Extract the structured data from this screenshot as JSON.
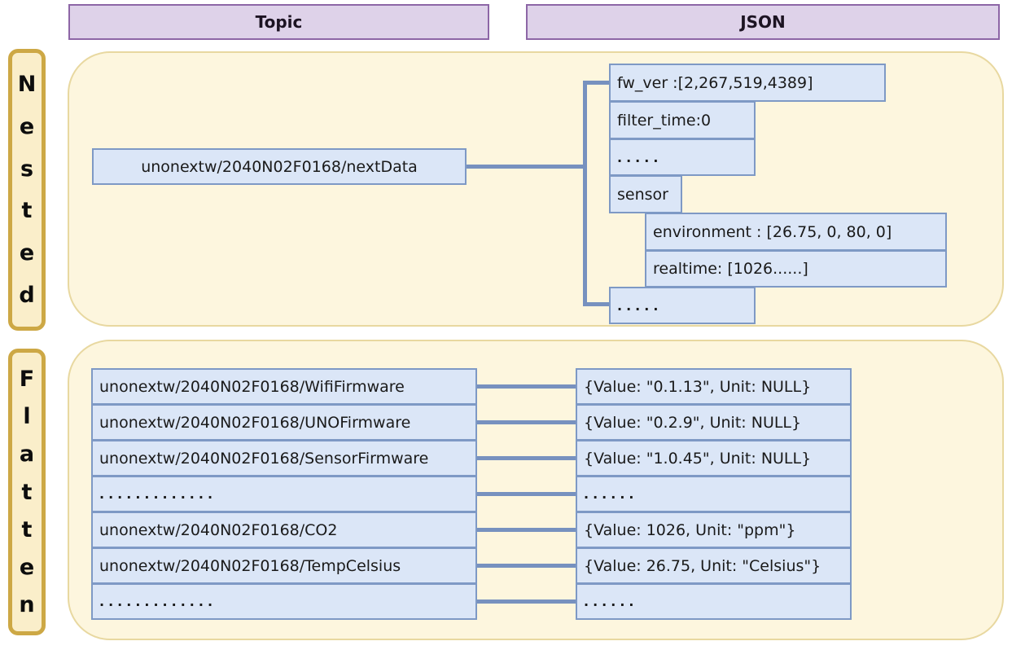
{
  "headers": {
    "topic": "Topic",
    "json": "JSON"
  },
  "colors": {
    "box_fill": "#dbe6f7",
    "box_border": "#7e99c5",
    "connector": "#7791bf",
    "panel_fill": "#fdf6de",
    "panel_border": "#e8d8a0",
    "label_fill": "#faeeca",
    "label_border": "#cda845",
    "header_fill": "#ded2e9",
    "header_border": "#8d66a6"
  },
  "sections": {
    "nested": {
      "label": "Nested",
      "topic": "unonextw/2040N02F0168/nextData",
      "tree": [
        {
          "text": "fw_ver :[2,267,519,4389]"
        },
        {
          "text": "filter_time:0"
        },
        {
          "text": "....."
        },
        {
          "text": "sensor"
        },
        {
          "text": "environment : [26.75, 0, 80, 0]"
        },
        {
          "text": "realtime: [1026......]"
        },
        {
          "text": "....."
        }
      ]
    },
    "flatten": {
      "label": "Flatten",
      "rows": [
        {
          "topic": "unonextw/2040N02F0168/WifiFirmware",
          "json": "{Value: \"0.1.13\", Unit: NULL}"
        },
        {
          "topic": "unonextw/2040N02F0168/UNOFirmware",
          "json": "{Value: \"0.2.9\", Unit: NULL}"
        },
        {
          "topic": "unonextw/2040N02F0168/SensorFirmware",
          "json": "{Value: \"1.0.45\", Unit: NULL}"
        },
        {
          "topic": ".............",
          "json": "......"
        },
        {
          "topic": "unonextw/2040N02F0168/CO2",
          "json": "{Value: 1026, Unit: \"ppm\"}"
        },
        {
          "topic": "unonextw/2040N02F0168/TempCelsius",
          "json": "{Value: 26.75, Unit: \"Celsius\"}"
        },
        {
          "topic": ".............",
          "json": "......"
        }
      ]
    }
  }
}
